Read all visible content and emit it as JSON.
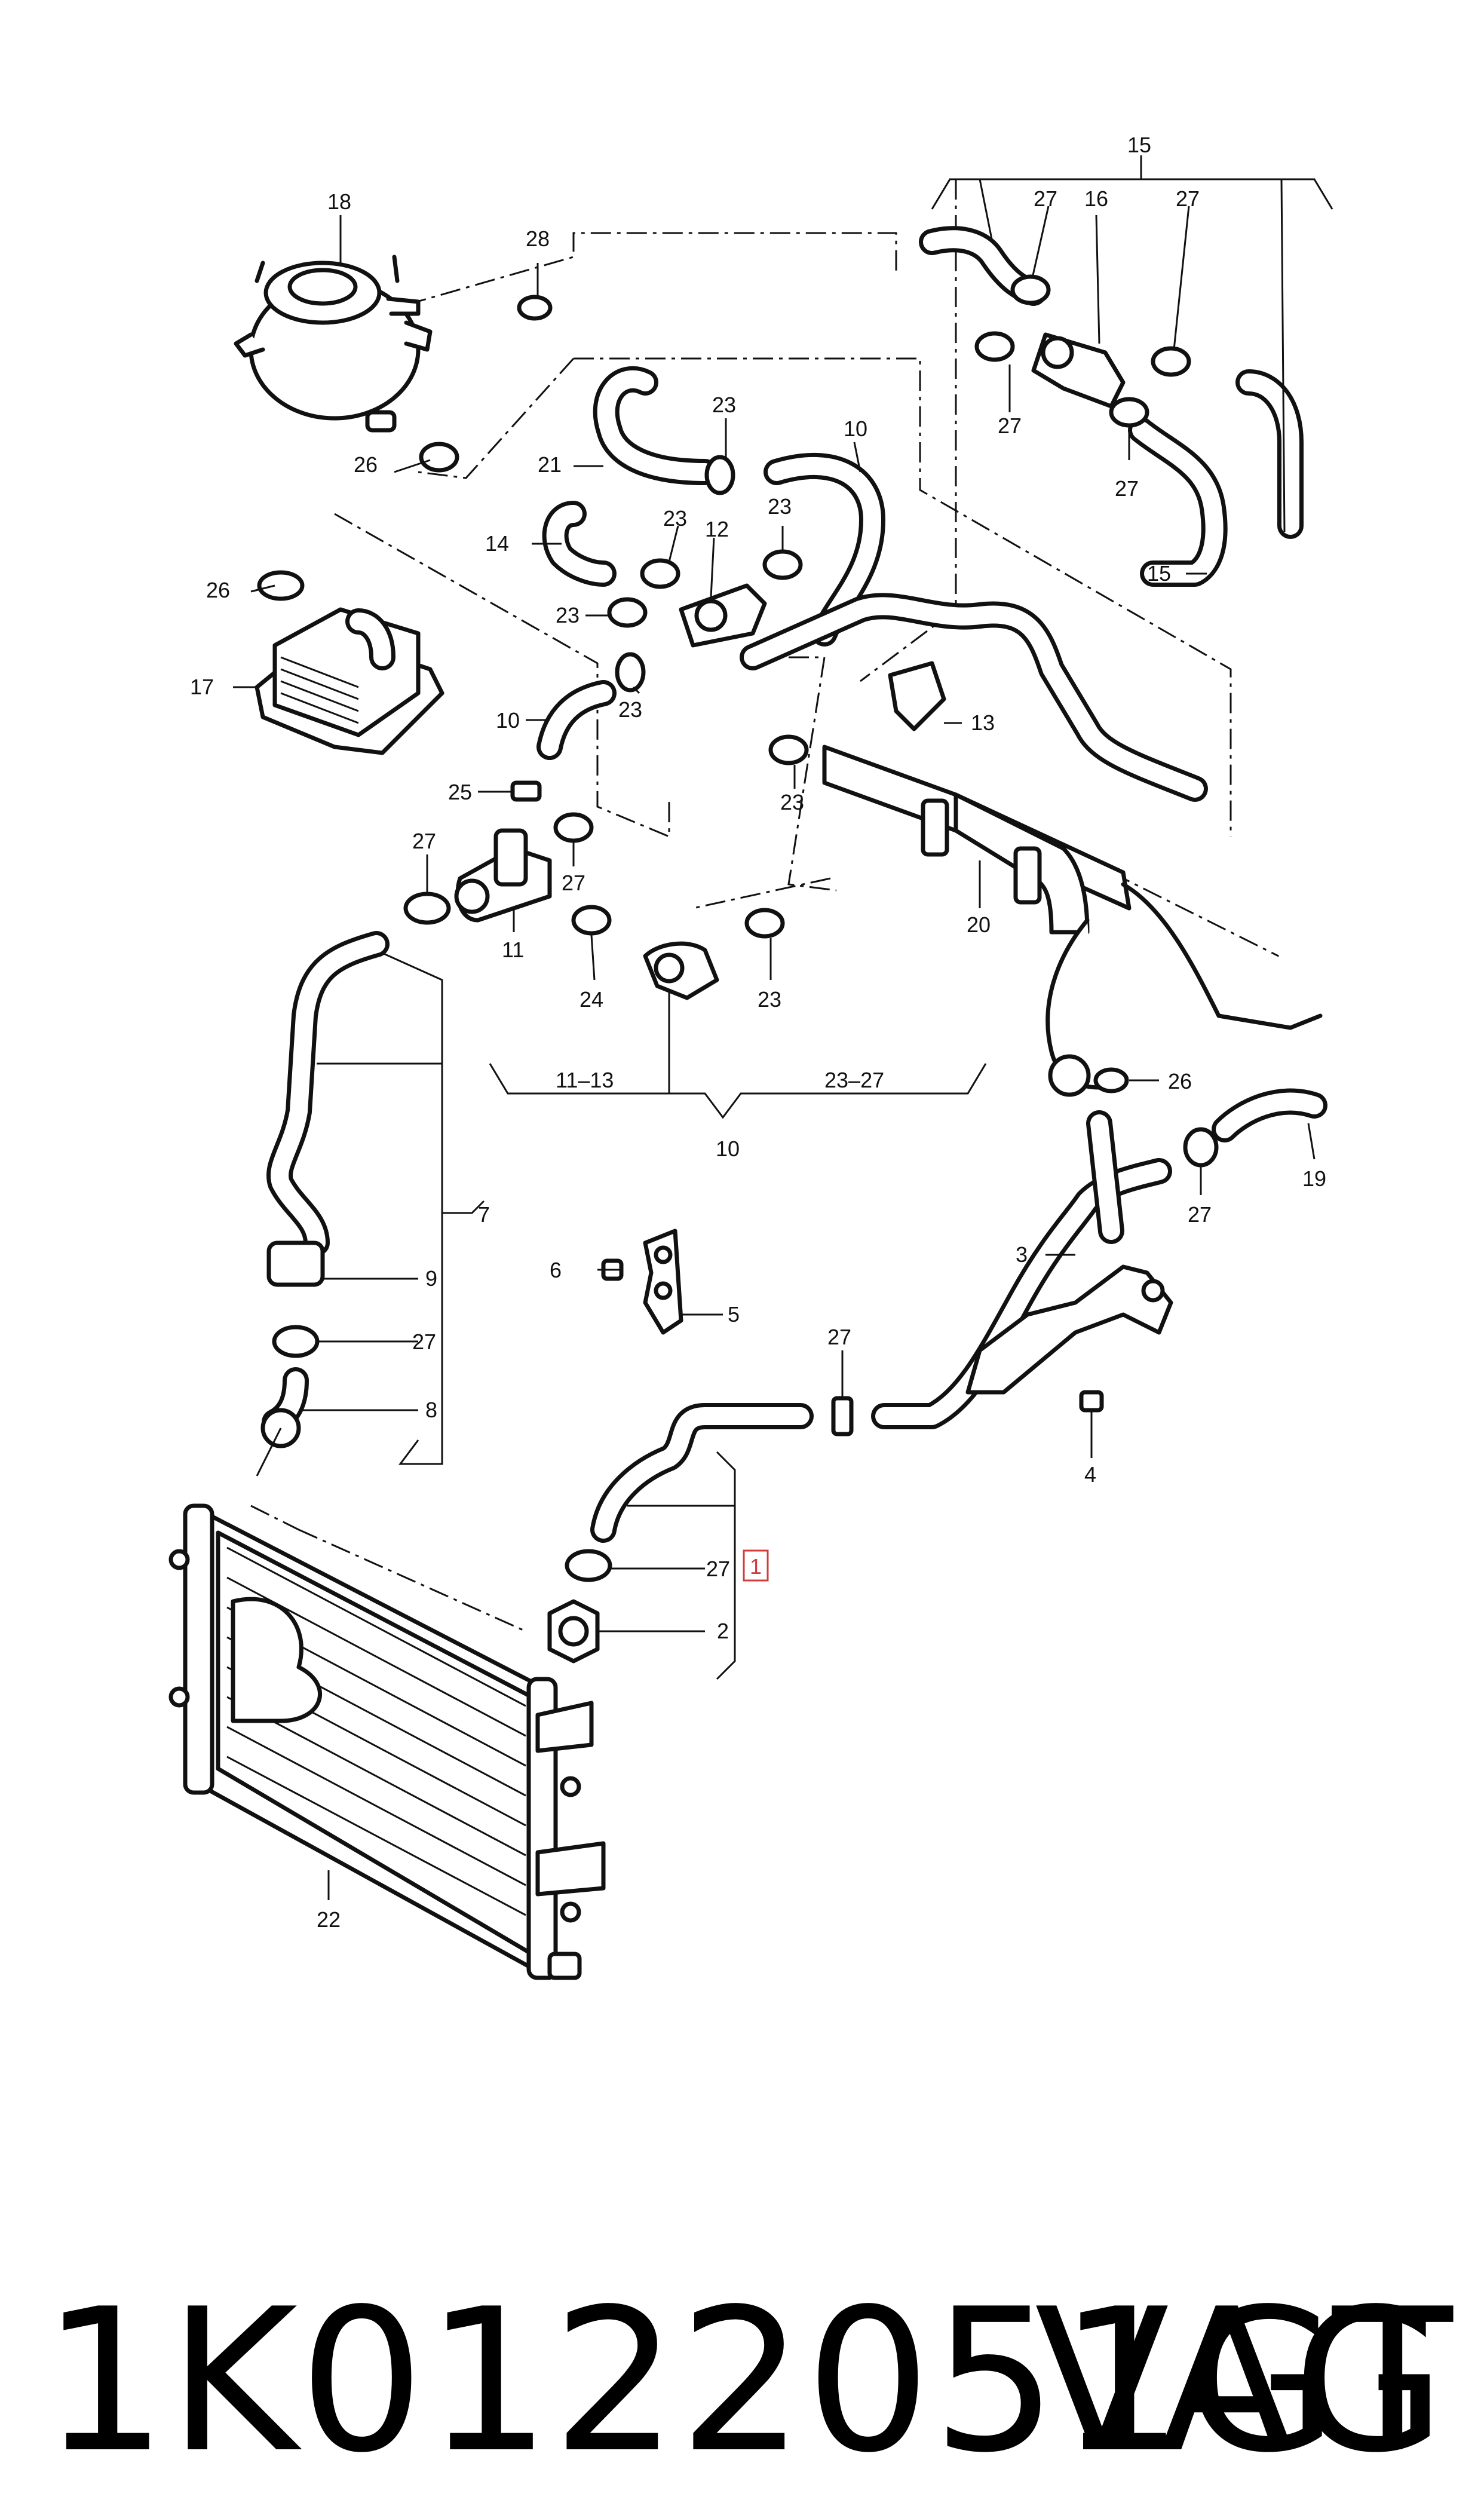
{
  "part_number": "1K0122051GT",
  "brand": "VAG",
  "labels": {
    "l1": "1",
    "l2": "2",
    "l3": "3",
    "l4": "4",
    "l5": "5",
    "l6": "6",
    "l7": "7",
    "l8": "8",
    "l9": "9",
    "l10": "10",
    "l11": "11",
    "l12": "12",
    "l13": "13",
    "l14": "14",
    "l15": "15",
    "l16": "16",
    "l17": "17",
    "l18": "18",
    "l19": "19",
    "l20": "20",
    "l21": "21",
    "l22": "22",
    "l23": "23",
    "l24": "24",
    "l25": "25",
    "l26": "26",
    "l27": "27",
    "l28": "28",
    "range_a": "11–13",
    "range_b": "23–27"
  },
  "highlight_color": "#d33a3a"
}
